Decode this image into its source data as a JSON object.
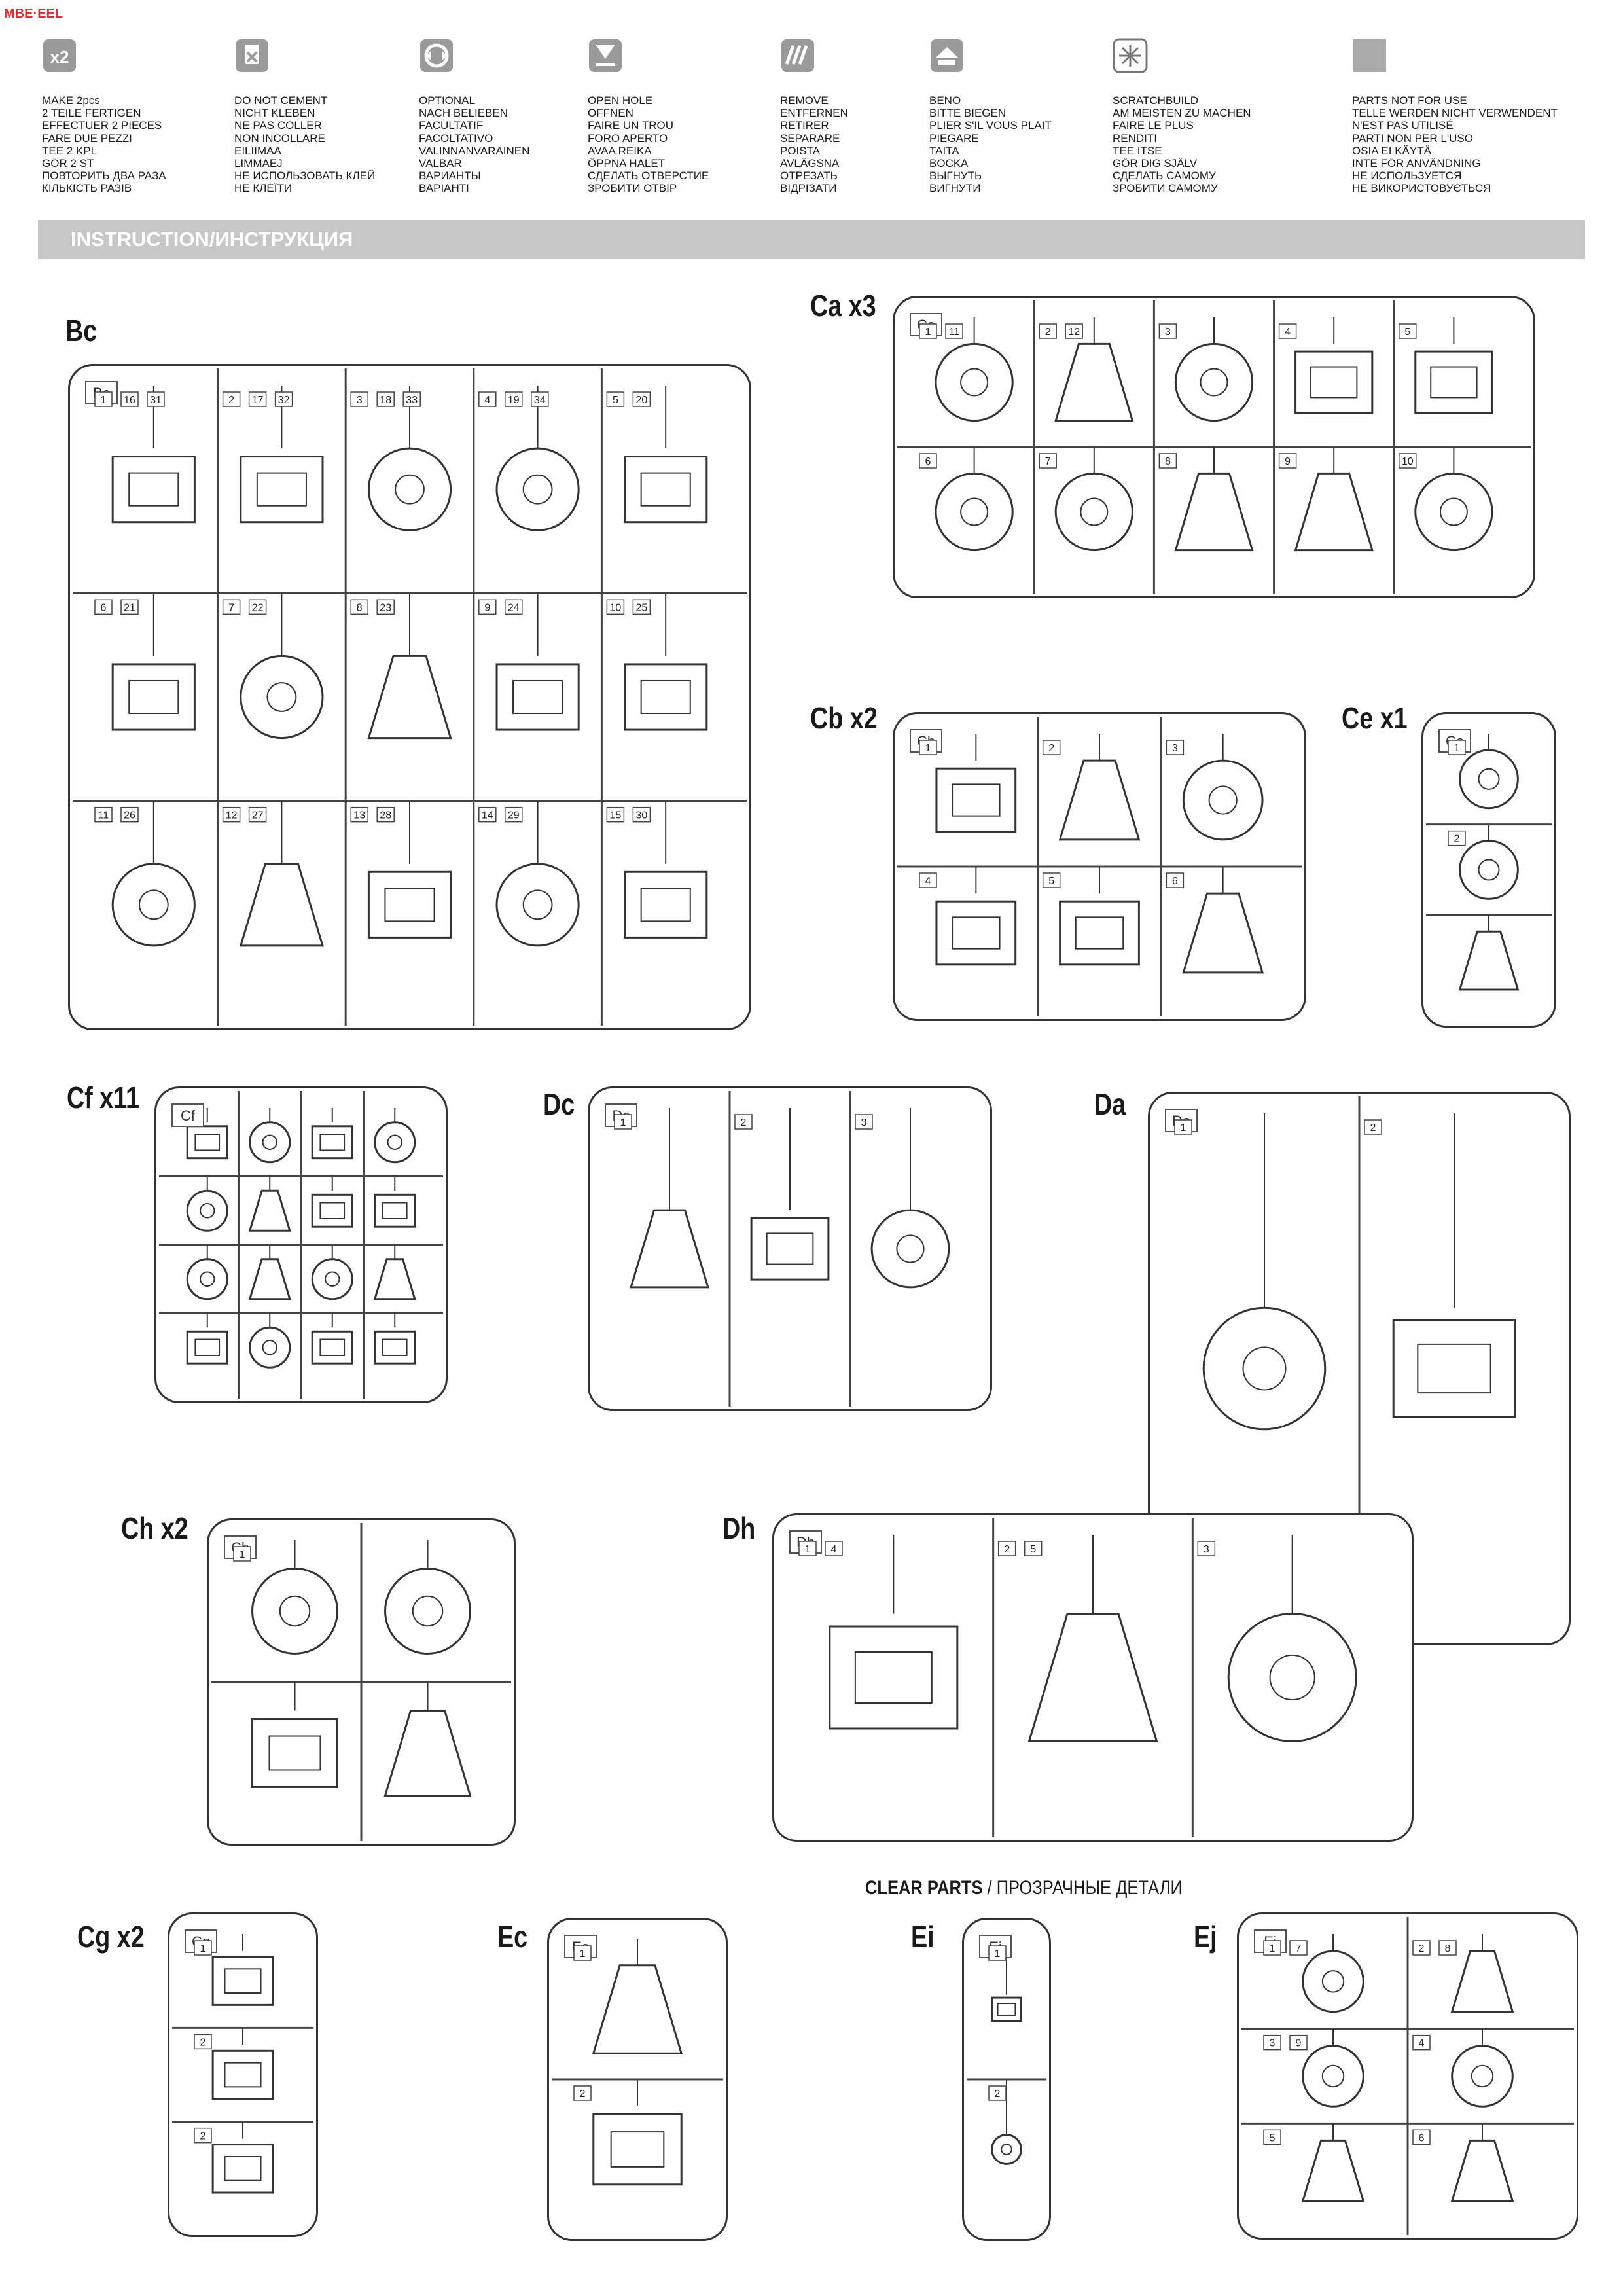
{
  "watermark": "MBE·EEL",
  "legend": [
    {
      "icon": "x2-icon",
      "lines": [
        "MAKE 2pcs",
        "2 TEILE FERTIGEN",
        "EFFECTUER 2 PIECES",
        "FARE DUE PEZZI",
        "TEE 2 KPL",
        "GÖR 2 ST",
        "ПОВТОРИТЬ ДВА РАЗА",
        "КІЛЬКІСТЬ РАЗІВ"
      ]
    },
    {
      "icon": "no-cement-icon",
      "lines": [
        "DO NOT CEMENT",
        "NICHT KLEBEN",
        "NE PAS COLLER",
        "NON INCOLLARE",
        "EILIIMAA",
        "LIMMAEJ",
        "НЕ ИСПОЛЬЗОВАТЬ КЛЕЙ",
        "НЕ КЛЕЇТИ"
      ]
    },
    {
      "icon": "optional-icon",
      "lines": [
        "OPTIONAL",
        "NACH BELIEBEN",
        "FACULTATIF",
        "FACOLTATIVO",
        "VALINNANVARAINEN",
        "VALBAR",
        "ВАРИАНТЫ",
        "ВАРІАНТІ"
      ]
    },
    {
      "icon": "open-hole-icon",
      "lines": [
        "OPEN HOLE",
        "OFFNEN",
        "FAIRE UN TROU",
        "FORO APERTO",
        "AVAA REIKA",
        "ÖPPNA HALET",
        "СДЕЛАТЬ ОТВЕРСТИЕ",
        "ЗРОБИТИ ОТВІР"
      ]
    },
    {
      "icon": "remove-icon",
      "lines": [
        "REMOVE",
        "ENTFERNEN",
        "RETIRER",
        "SEPARARE",
        "POISTA",
        "AVLÄGSNA",
        "ОТРЕЗАТЬ",
        "ВІДРІЗАТИ"
      ]
    },
    {
      "icon": "bend-icon",
      "lines": [
        "BENO",
        "BITTE BIEGEN",
        "PLIER S'IL VOUS PLAIT",
        "PIEGARE",
        "TAITA",
        "BOCKA",
        "ВЫГНУТЬ",
        "ВИГНУТИ"
      ]
    },
    {
      "icon": "scratchbuild-icon",
      "lines": [
        "SCRATCHBUILD",
        "AM MEISTEN ZU MACHEN",
        "FAIRE LE PLUS",
        "RENDITI",
        "TEE ITSE",
        "GÖR DIG SJÄLV",
        "СДЕЛАТЬ САМОМУ",
        "ЗРОБИТИ САМОМУ"
      ]
    },
    {
      "icon": "not-for-use-icon",
      "lines": [
        "PARTS NOT FOR USE",
        "TELLE WERDEN NICHT VERWENDENT",
        "N'EST PAS UTILISÉ",
        "PARTI NON PER L'USO",
        "OSIA EI KÄYTÄ",
        "INTE FÖR ANVÄNDNING",
        "НЕ ИСПОЛЬЗУЕТСЯ",
        "НЕ ВИКОРИСТОВУЄТЬСЯ"
      ]
    }
  ],
  "section_title": "INSTRUCTION/ИНСТРУКЦИЯ",
  "clear_parts": {
    "en": "CLEAR PARTS",
    "ru": "ПРОЗРАЧНЫЕ ДЕТАЛИ"
  },
  "sprues": {
    "Bc": {
      "label": "Bc",
      "tag": "Bc",
      "numbers": [
        "1",
        "2",
        "3",
        "4",
        "5",
        "6",
        "7",
        "8",
        "9",
        "10",
        "11",
        "12",
        "13",
        "14",
        "15",
        "16",
        "17",
        "18",
        "19",
        "20",
        "21",
        "22",
        "23",
        "24",
        "25",
        "26",
        "27",
        "28",
        "29",
        "30",
        "31",
        "32",
        "33",
        "34"
      ]
    },
    "Ca": {
      "label": "Ca x3",
      "tag": "Ca",
      "numbers": [
        "1",
        "2",
        "3",
        "4",
        "5",
        "6",
        "7",
        "8",
        "9",
        "10",
        "11",
        "12"
      ]
    },
    "Cb": {
      "label": "Cb x2",
      "tag": "Cb",
      "numbers": [
        "1",
        "2",
        "3",
        "4",
        "5",
        "6"
      ]
    },
    "Ce": {
      "label": "Ce x1",
      "tag": "Ce",
      "numbers": [
        "1",
        "2"
      ]
    },
    "Cf": {
      "label": "Cf x11",
      "tag": "Cf",
      "numbers": []
    },
    "Dc": {
      "label": "Dc",
      "tag": "Dc",
      "numbers": [
        "1",
        "2",
        "3"
      ]
    },
    "Da": {
      "label": "Da",
      "tag": "Da",
      "numbers": [
        "1",
        "2"
      ]
    },
    "Ch": {
      "label": "Ch x2",
      "tag": "Ch",
      "numbers": [
        "1"
      ]
    },
    "Dh": {
      "label": "Dh",
      "tag": "Dh",
      "numbers": [
        "1",
        "2",
        "3",
        "4",
        "5"
      ]
    },
    "Cg": {
      "label": "Cg x2",
      "tag": "Cg",
      "numbers": [
        "1",
        "2",
        "2"
      ]
    },
    "Ec": {
      "label": "Ec",
      "tag": "Ec",
      "numbers": [
        "1",
        "2"
      ]
    },
    "Ei": {
      "label": "Ei",
      "tag": "Ei",
      "numbers": [
        "1",
        "2"
      ]
    },
    "Ej": {
      "label": "Ej",
      "tag": "Ej",
      "numbers": [
        "1",
        "2",
        "3",
        "4",
        "5",
        "6",
        "7",
        "8",
        "9"
      ]
    }
  }
}
